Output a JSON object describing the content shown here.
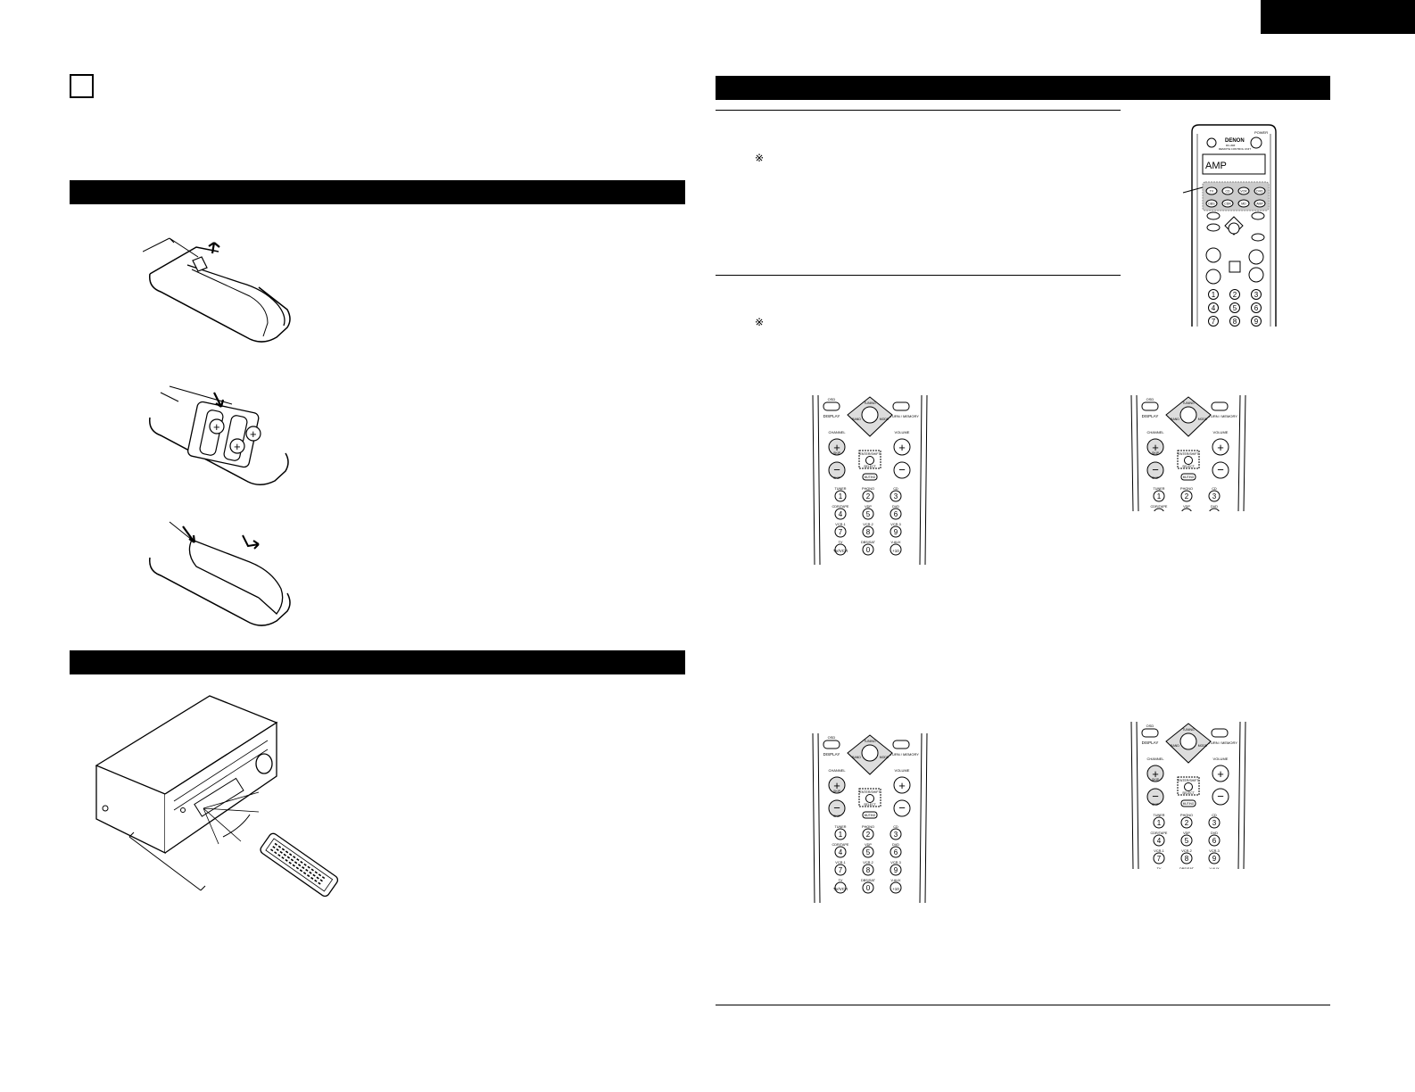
{
  "page": {
    "corner_tab": "",
    "step_box": ""
  },
  "left": {
    "section1_title": "",
    "section2_title": ""
  },
  "right": {
    "section_title": "",
    "reference_mark_1": "※",
    "reference_mark_2": "※"
  },
  "remote_top": {
    "brand": "DENON",
    "model": "RC-###",
    "subtitle": "REMOTE CONTROL UNIT",
    "power_label": "POWER",
    "display_text": "AMP",
    "row1": [
      "TV",
      "CD",
      "VCR",
      "DVD"
    ],
    "row2": [
      "DBS",
      "CDR",
      "MD",
      "AMP"
    ],
    "numbers": [
      "1",
      "2",
      "3",
      "4",
      "5",
      "6",
      "7",
      "8",
      "9"
    ]
  },
  "remote_closeup": {
    "osd_label": "OSD",
    "display_label": "DISPLAY",
    "return_label": "RETURN / MEMORY",
    "tuning_label": "TUNING",
    "band_label": "BAND",
    "mode_label": "MODE",
    "channel_label": "CHANNEL",
    "volume_label": "VOLUME",
    "skip_label": "SKIP",
    "enter_label": "ENTER/SHIFT",
    "select_label": "SELECT",
    "muting_label": "MUTING",
    "source_labels": [
      "TUNER",
      "PHONO",
      "CD",
      "CDR/TAPE",
      "VDP",
      "DVD",
      "VCR-1",
      "VCR-2",
      "VCR-3",
      "TV",
      "DBS/SAT",
      "V.AUX"
    ],
    "keys": [
      "1",
      "2",
      "3",
      "4",
      "5",
      "6",
      "7",
      "8",
      "9",
      "TV/VCR",
      "0",
      "+10"
    ]
  }
}
